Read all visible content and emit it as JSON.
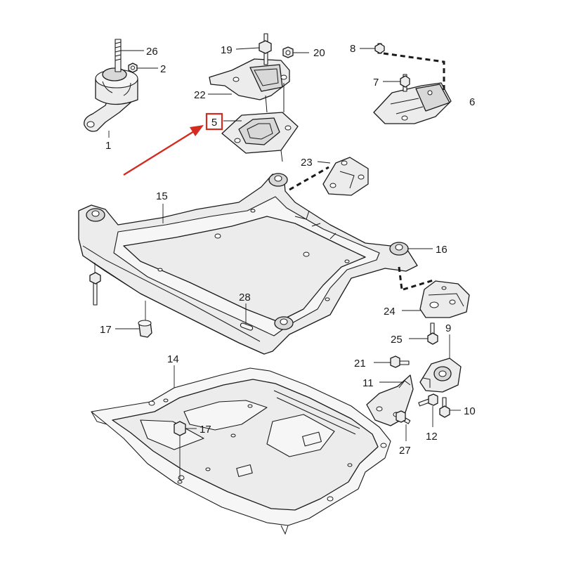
{
  "diagram": {
    "callouts": {
      "c1": "1",
      "c2": "2",
      "c5": "5",
      "c6": "6",
      "c7": "7",
      "c8": "8",
      "c9": "9",
      "c10": "10",
      "c11": "11",
      "c12": "12",
      "c14": "14",
      "c15": "15",
      "c16": "16",
      "c17a": "17",
      "c17b": "17",
      "c19": "19",
      "c20": "20",
      "c21": "21",
      "c22": "22",
      "c23": "23",
      "c24": "24",
      "c25": "25",
      "c26": "26",
      "c27": "27",
      "c28": "28"
    },
    "highlighted_part": "5",
    "colors": {
      "highlight": "#d42a1f",
      "line": "#1a1a1a",
      "part_fill": "#ececec"
    }
  }
}
